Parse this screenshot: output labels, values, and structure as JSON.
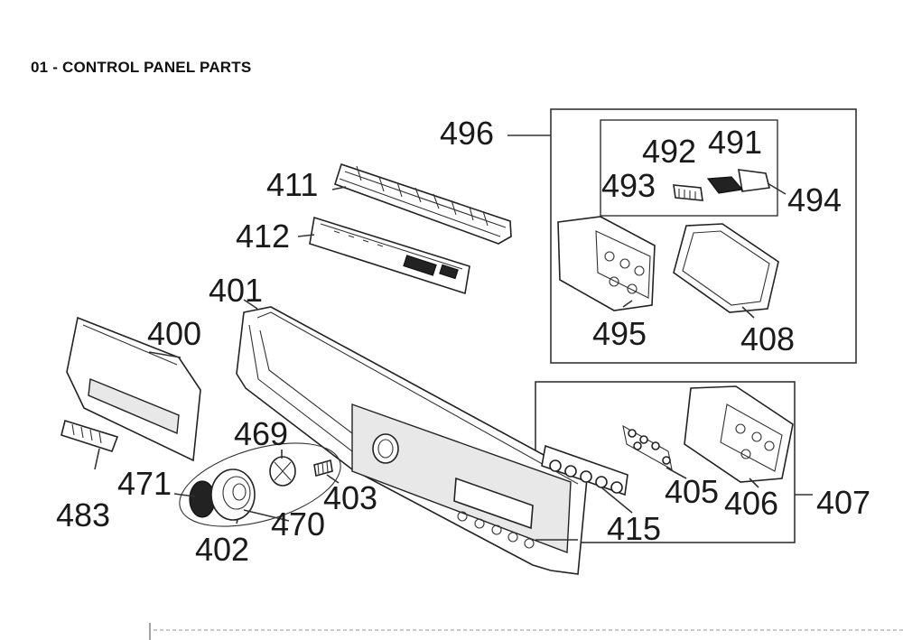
{
  "title": "01 - CONTROL PANEL PARTS",
  "callouts": {
    "c400": "400",
    "c401": "401",
    "c402": "402",
    "c403": "403",
    "c405": "405",
    "c406": "406",
    "c407": "407",
    "c408": "408",
    "c411": "411",
    "c412": "412",
    "c415": "415",
    "c469": "469",
    "c470": "470",
    "c471": "471",
    "c483": "483",
    "c491": "491",
    "c492": "492",
    "c493": "493",
    "c494": "494",
    "c495": "495",
    "c496": "496"
  }
}
